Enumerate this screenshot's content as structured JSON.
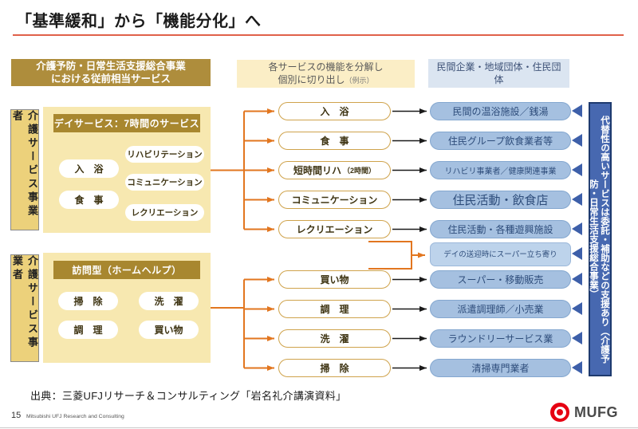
{
  "title": "「基準緩和」から「機能分化」へ",
  "headers": {
    "left_line1": "介護予防・日常生活支援総合事業",
    "left_line2": "における従前相当サービス",
    "middle_line1": "各サービスの機能を分解し",
    "middle_line2": "個別に切り出し",
    "middle_note": "（例示）",
    "right": "民間企業・地域団体・住民団体"
  },
  "day_service": {
    "side_label": "介護サービス事業者",
    "header": "デイサービス：7時間のサービス",
    "pill_bath": "入　浴",
    "pill_meal": "食　事",
    "pill_rehab": "リハビリテーション",
    "pill_comm": "コミュニケーション",
    "pill_rec": "レクリエーション"
  },
  "home_help": {
    "side_label": "介護サービス事業者",
    "header": "訪問型（ホームヘルプ）",
    "pill_clean": "掃　除",
    "pill_laundry": "洗　濯",
    "pill_cook": "調　理",
    "pill_shop": "買い物"
  },
  "rows": [
    {
      "mid": "入　浴",
      "right": "民間の温浴施設／銭湯"
    },
    {
      "mid": "食　事",
      "right": "住民グループ飲食業者等"
    },
    {
      "mid": "短時間リハ",
      "mid_note": "（2時間）",
      "right": "リハビリ事業者／健康関連事業"
    },
    {
      "mid": "コミュニケーション",
      "right": "住民活動・飲食店"
    },
    {
      "mid": "レクリエーション",
      "right": "住民活動・各種遊興施設"
    },
    {
      "note": "デイの送迎時にスーパー立ち寄り"
    },
    {
      "mid": "買い物",
      "right": "スーパー・移動販売"
    },
    {
      "mid": "調　理",
      "right": "派遣調理師／小売業"
    },
    {
      "mid": "洗　濯",
      "right": "ラウンドリーサービス業"
    },
    {
      "mid": "掃　除",
      "right": "清掃専門業者"
    }
  ],
  "right_bar": "代替性の高いサービスは委託・補助などの支援あり（介護予防・日常生活支援総合事業）",
  "source": "出典：三菱UFJリサーチ＆コンサルティング「岩名礼介講演資料」",
  "footer": {
    "page_number": "15",
    "company": "Mitsubishi UFJ Research and Consulting",
    "logo_text": "MUFG"
  },
  "colors": {
    "accent_orange": "#e2761f",
    "gold_dark": "#a8872f",
    "gold_light": "#f7e8b0",
    "blue_pill": "#a5c0e0",
    "blue_bar": "#4768b0",
    "triangle_blue": "#3d5fa9",
    "title_rule_red": "#e0604a",
    "mufg_red": "#e60012"
  }
}
